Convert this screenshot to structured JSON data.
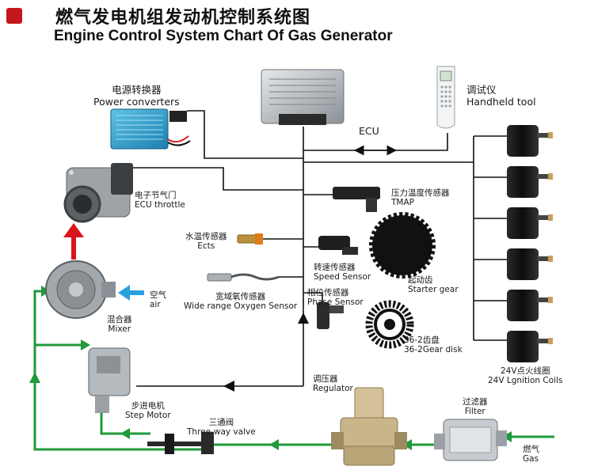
{
  "header": {
    "title_cn": "燃气发电机组发动机控制系统图",
    "title_en": "Engine Control System Chart Of Gas Generator"
  },
  "components": {
    "power_converter": {
      "cn": "电源转换器",
      "en": "Power converters"
    },
    "ecu": {
      "label": "ECU"
    },
    "handheld": {
      "cn": "调试仪",
      "en": "Handheld tool"
    },
    "throttle": {
      "cn": "电子节气门",
      "en": "ECU throttle"
    },
    "tmap": {
      "cn": "压力温度传感器",
      "en": "TMAP"
    },
    "ects": {
      "cn": "水温传感器",
      "en": "Ects"
    },
    "speed_sensor": {
      "cn": "转速传感器",
      "en": "Speed Sensor"
    },
    "starter_gear": {
      "cn": "起动齿",
      "en": "Starter gear"
    },
    "oxygen_sensor": {
      "cn": "宽域氧传感器",
      "en": "Wide range Oxygen Sensor"
    },
    "mixer": {
      "cn": "混合器",
      "en": "Mixer"
    },
    "air": {
      "cn": "空气",
      "en": "air"
    },
    "phase_sensor": {
      "cn": "相位传感器",
      "en": "Phase Sensor"
    },
    "gear_disk": {
      "cn": "36-2齿盘",
      "en": "36-2Gear disk"
    },
    "step_motor": {
      "cn": "步进电机",
      "en": "Step Motor"
    },
    "regulator": {
      "cn": "调压器",
      "en": "Regulator"
    },
    "filter": {
      "cn": "过滤器",
      "en": "Filter"
    },
    "three_way_valve": {
      "cn": "三通阀",
      "en": "Three-way valve"
    },
    "gas": {
      "cn": "燃气",
      "en": "Gas"
    },
    "ignition_coils": {
      "cn": "24V点火线圈",
      "en": "24V Lgnition Coils"
    }
  },
  "colors": {
    "accent_red": "#c4161c",
    "gas_line": "#1f9a3a",
    "air_arrow": "#2a9fe0",
    "signal_line": "#111111"
  }
}
